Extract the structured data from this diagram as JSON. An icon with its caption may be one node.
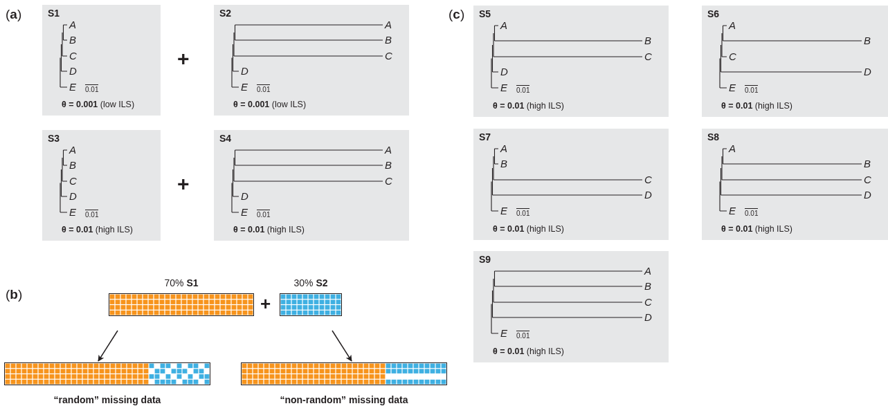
{
  "diagram": {
    "nodes": [
      {
        "text": [
          "S1",
          "A",
          "B",
          "C",
          "D",
          "E",
          "0.01",
          "**θ = 0.001** (low ILS)"
        ]
      },
      {
        "text": [
          "S2",
          "A",
          "B",
          "C",
          "D",
          "E",
          "0.01",
          "**θ = 0.001** (low ILS)"
        ]
      },
      {
        "text": [
          "S3",
          "A",
          "B",
          "C",
          "D",
          "E",
          "0.01",
          "**θ = 0.01** (high ILS)"
        ]
      },
      {
        "text": [
          "S4",
          "A",
          "B",
          "C",
          "D",
          "E",
          "0.01",
          "**θ = 0.01** (high ILS)"
        ]
      },
      {
        "text": [
          "70% **S1**"
        ]
      },
      {
        "text": [
          "30% **S2**"
        ]
      },
      {
        "text": [
          "“random” missing data"
        ]
      },
      {
        "text": [
          "“non-random” missing data"
        ]
      },
      {
        "text": [
          "S5",
          "A",
          "B",
          "C",
          "D",
          "E",
          "0.01",
          "**θ = 0.01** (high ILS)"
        ]
      },
      {
        "text": [
          "S6",
          "A",
          "B",
          "C",
          "D",
          "E",
          "0.01",
          "**θ = 0.01** (high ILS)"
        ]
      },
      {
        "text": [
          "S7",
          "A",
          "B",
          "C",
          "D",
          "E",
          "0.01",
          "**θ = 0.01** (high ILS)"
        ]
      },
      {
        "text": [
          "S8",
          "A",
          "B",
          "C",
          "D",
          "E",
          "0.01",
          "**θ = 0.01** (high ILS)"
        ]
      },
      {
        "text": [
          "S9",
          "A",
          "B",
          "C",
          "D",
          "E",
          "0.01",
          "**θ = 0.01** (high ILS)"
        ]
      }
    ],
    "edges": [
      {
        "from": null,
        "to": 6,
        "arrow": "to"
      },
      {
        "from": null,
        "to": 7,
        "arrow": "to"
      }
    ],
    "labels": [
      "(**a**)",
      "(**c**)",
      "+",
      "+",
      "(**b**)",
      "+"
    ]
  }
}
